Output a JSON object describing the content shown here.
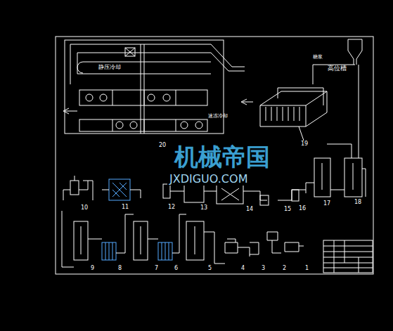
{
  "diagram": {
    "labels": [
      "静压冷却",
      "速冻冷却",
      "高位槽",
      "糖浆",
      "机械帝国",
      "JXDIGUO.COM",
      "20",
      "19",
      "18",
      "17",
      "16",
      "15",
      "14",
      "13",
      "12",
      "11",
      "10",
      "9",
      "8",
      "7",
      "6",
      "5",
      "4",
      "3",
      "2",
      "1"
    ]
  }
}
